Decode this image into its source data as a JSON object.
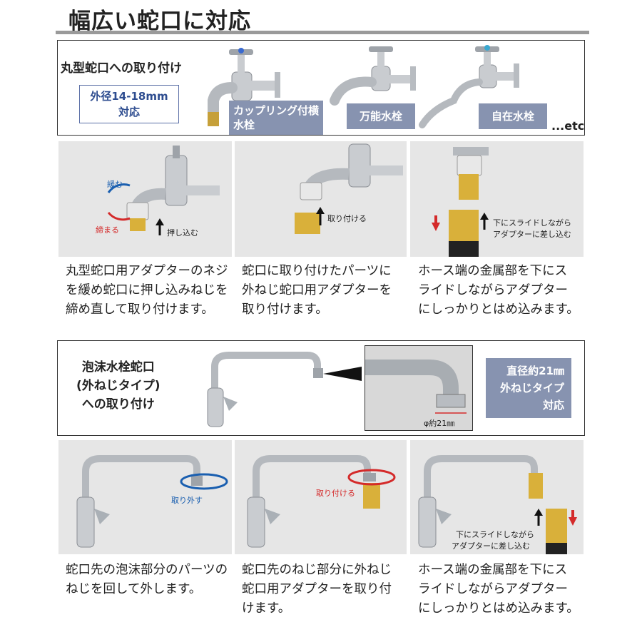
{
  "title": "幅広い蛇口に対応",
  "section1": {
    "label": "丸型蛇口への取り付け",
    "spec_line1": "外径14-18mm",
    "spec_line2": "対応",
    "faucets": [
      "カップリング付横水栓",
      "万能水栓",
      "自在水栓"
    ],
    "etc": "...etc"
  },
  "steps1": [
    {
      "text": "丸型蛇口用アダプターのネジを緩め蛇口に押し込みねじを締め直して取り付けます。",
      "ann": [
        "緩む",
        "締まる",
        "押し込む"
      ]
    },
    {
      "text": "蛇口に取り付けたパーツに外ねじ蛇口用アダプターを取り付けます。",
      "ann": [
        "取り付ける"
      ]
    },
    {
      "text": "ホース端の金属部を下にスライドしながらアダプターにしっかりとはめ込みます。",
      "ann": [
        "下にスライドしながら",
        "アダプターに差し込む"
      ]
    }
  ],
  "section2": {
    "label_line1": "泡沫水栓蛇口",
    "label_line2": "(外ねじタイプ)",
    "label_line3": "への取り付け",
    "zoom_label": "φ約21㎜",
    "spec_line1": "直径約21㎜",
    "spec_line2": "外ねじタイプ",
    "spec_line3": "対応"
  },
  "steps2": [
    {
      "text": "蛇口先の泡沫部分のパーツのねじを回して外します。",
      "ann": [
        "取り外す"
      ]
    },
    {
      "text": "蛇口先のねじ部分に外ねじ蛇口用アダプターを取り付けます。",
      "ann": [
        "取り付ける"
      ]
    },
    {
      "text": "ホース端の金属部を下にスライドしながらアダプターにしっかりとはめ込みます。",
      "ann": [
        "下にスライドしながら",
        "アダプターに差し込む"
      ]
    }
  ],
  "colors": {
    "tag": "#8793b0",
    "spec_text": "#2d4c8f",
    "red": "#d42a2a",
    "blue": "#1a5fb0",
    "brass": "#d9b03a"
  }
}
